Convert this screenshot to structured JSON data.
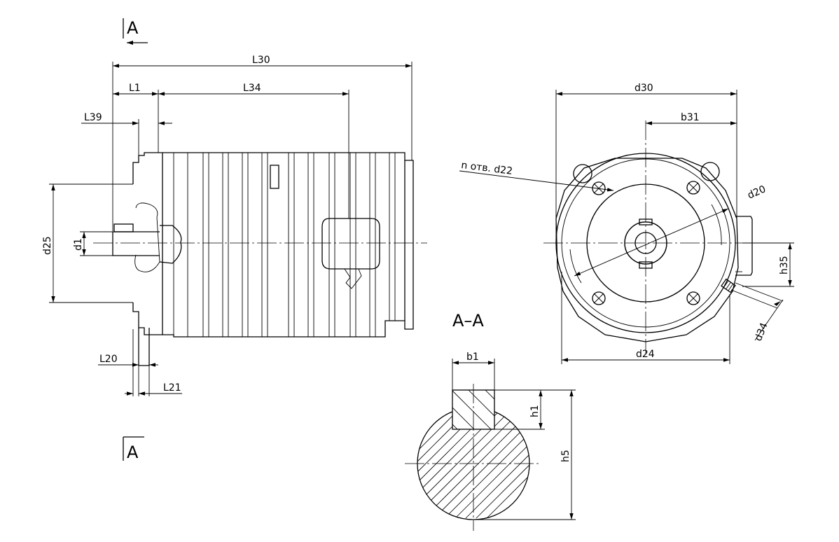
{
  "labels": {
    "section_marker_top": "A",
    "section_marker_bottom": "A",
    "section_title": "A–A",
    "L30": "L30",
    "L1": "L1",
    "L34": "L34",
    "L39": "L39",
    "L20": "L20",
    "L21": "L21",
    "d25": "d25",
    "d1": "d1",
    "d30": "d30",
    "b31": "b31",
    "holes": "n отв. d22",
    "d20": "d20",
    "h35": "h35",
    "d34": "d34",
    "d24": "d24",
    "b1": "b1",
    "h1": "h1",
    "h5": "h5"
  }
}
